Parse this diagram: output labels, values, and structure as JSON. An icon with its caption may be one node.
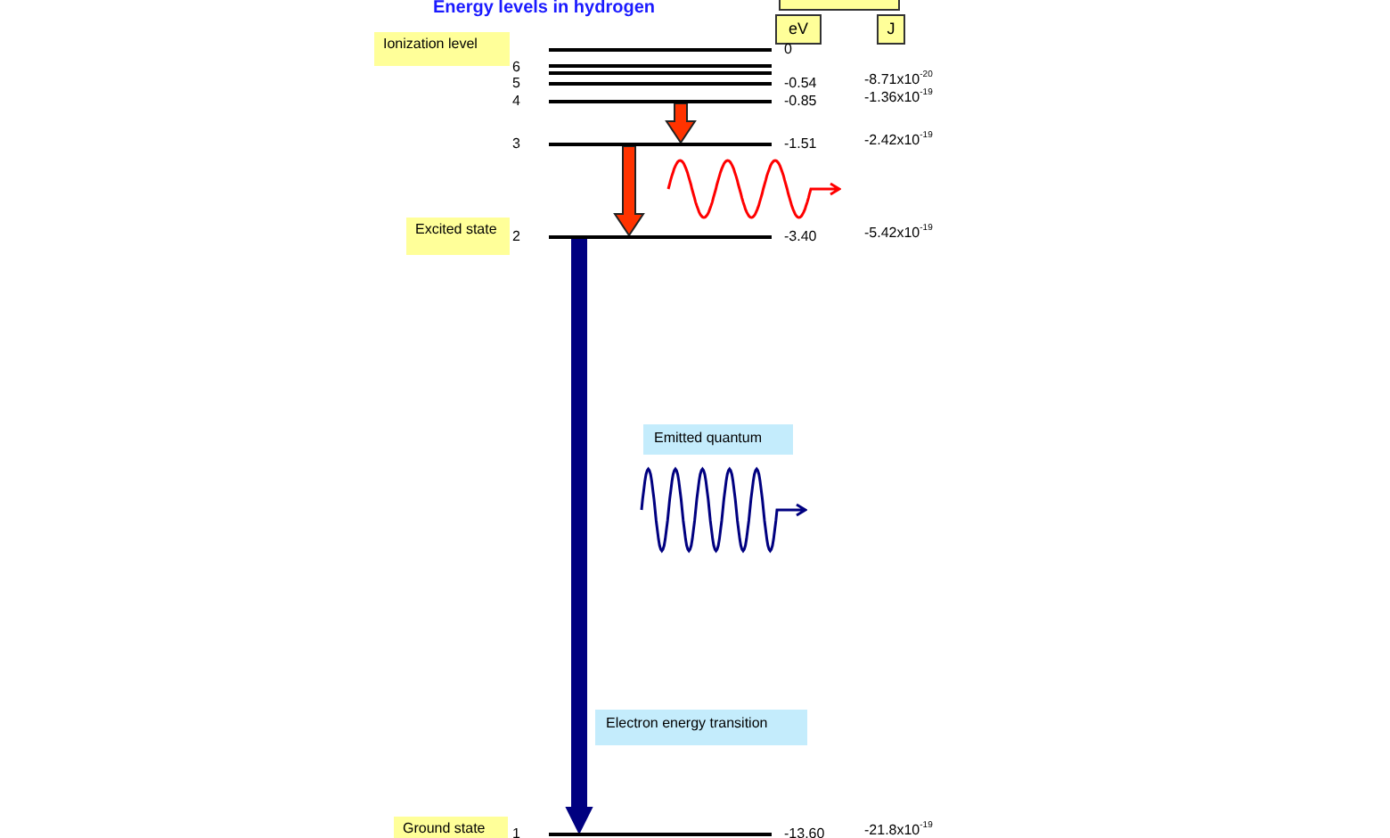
{
  "diagram": {
    "title": "Energy levels in hydrogen",
    "nodes": [
      {
        "text": [],
        "shape": "box"
      },
      {
        "text": [
          "eV"
        ]
      },
      {
        "text": [
          "J"
        ]
      },
      {
        "text": [
          "Ionization level"
        ]
      },
      {
        "text": [],
        "shape": "bar"
      },
      {
        "text": [],
        "shape": "bar"
      },
      {
        "text": [],
        "shape": "bar"
      },
      {
        "text": [],
        "shape": "bar"
      },
      {
        "text": [],
        "shape": "bar"
      },
      {
        "text": [],
        "shape": "bar"
      },
      {
        "text": [],
        "shape": "picture"
      },
      {
        "text": [
          "Excited state"
        ]
      },
      {
        "text": [],
        "shape": "bar"
      },
      {
        "text": [
          "Emitted quantum"
        ]
      },
      {
        "text": [],
        "shape": "picture"
      },
      {
        "text": [
          "Electron energy transition"
        ]
      },
      {
        "text": [
          "Ground state"
        ]
      },
      {
        "text": [],
        "shape": "bar"
      }
    ],
    "edges": [
      {
        "from": 8,
        "to": 9,
        "arrow": "to",
        "style": "thick"
      },
      {
        "from": 9,
        "to": 12,
        "arrow": "to",
        "style": "thick"
      },
      {
        "from": 12,
        "to": 17,
        "arrow": "to",
        "style": "thick",
        "color": "#000080"
      }
    ],
    "labels": [
      "0",
      "6",
      "5",
      "-0.54",
      "-8.71x10$^{-20}$",
      "4",
      "-0.85",
      "-1.36x10$^{-19}$",
      "3",
      "-1.51",
      "-2.42x10$^{-19}$",
      "2",
      "-3.40",
      "-5.42x10$^{-19}$",
      "1",
      "-13.60",
      "-21.8x10$^{-19}$"
    ]
  }
}
